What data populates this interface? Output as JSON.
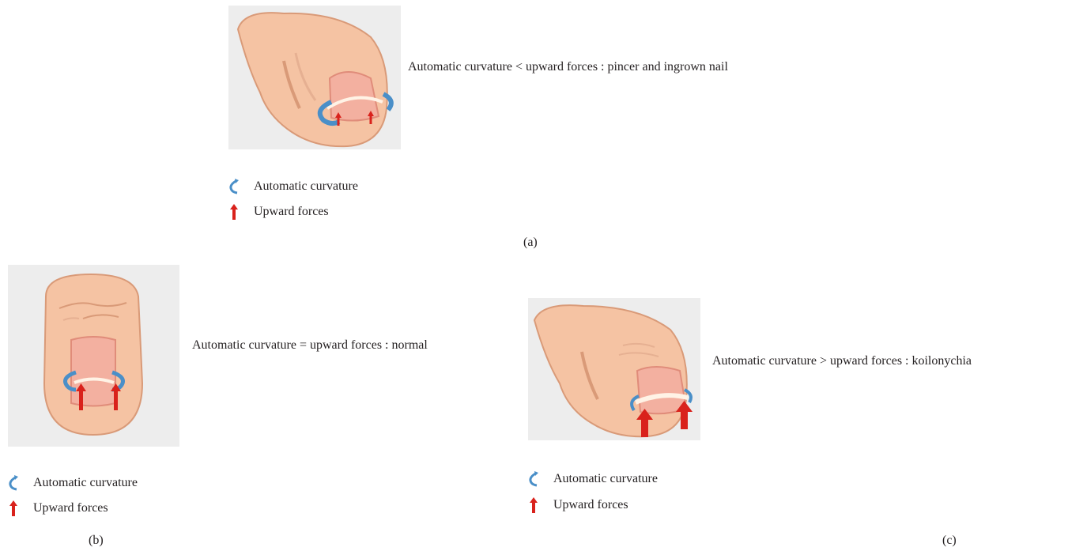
{
  "legend": {
    "curvature_label": "Automatic curvature",
    "forces_label": "Upward forces",
    "curvature_icon": "curved-arrow-icon",
    "forces_icon": "up-arrow-icon"
  },
  "panels": {
    "a": {
      "label": "(a)",
      "description": "Automatic curvature < upward forces : pincer and ingrown nail"
    },
    "b": {
      "label": "(b)",
      "description": "Automatic curvature = upward forces : normal"
    },
    "c": {
      "label": "(c)",
      "description": "Automatic curvature > upward forces : koilonychia"
    }
  },
  "colors": {
    "skin": "#f5c3a3",
    "skin_shadow": "#e0a585",
    "nail": "#f3b5a5",
    "curvature_arrow": "#4a8fc8",
    "force_arrow": "#d9221c",
    "panel_background": "#ededed"
  }
}
